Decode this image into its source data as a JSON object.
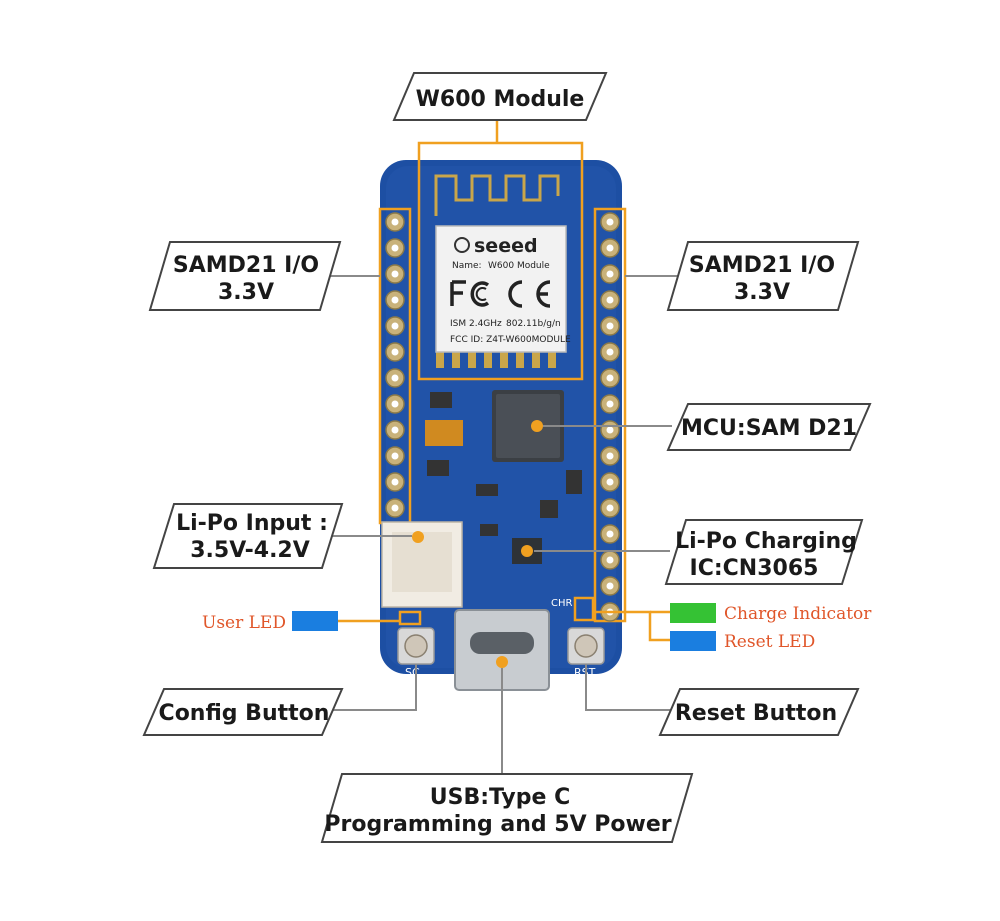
{
  "labels": {
    "w600": "W600 Module",
    "samd21_left_line1": "SAMD21 I/O",
    "samd21_left_line2": "3.3V",
    "samd21_right_line1": "SAMD21 I/O",
    "samd21_right_line2": "3.3V",
    "mcu": "MCU:SAM D21",
    "lipo_input_line1": "Li-Po Input :",
    "lipo_input_line2": "3.5V-4.2V",
    "lipo_charging_line1": "Li-Po Charging",
    "lipo_charging_line2": "IC:CN3065",
    "config_button": "Config Button",
    "reset_button": "Reset Button",
    "usb_line1": "USB:Type C",
    "usb_line2": "Programming and 5V Power"
  },
  "leds": {
    "user_led": "User LED",
    "charge_indicator": "Charge Indicator",
    "reset_led": "Reset LED"
  },
  "module": {
    "brand": "seeed",
    "name_label": "Name:",
    "name_value": "W600 Module",
    "ism": "ISM 2.4GHz",
    "standard": "802.11b/g/n",
    "fcc_id": "FCC ID: Z4T-W600MODULE"
  },
  "silkscreen": {
    "chr": "CHR",
    "sc": "SC",
    "rst": "RST"
  },
  "colors": {
    "board": "#1d4fa3",
    "accent_orange": "#f0a020",
    "led_blue": "#1a7ee0",
    "led_green": "#35c234",
    "legend_text": "#e0562a"
  }
}
